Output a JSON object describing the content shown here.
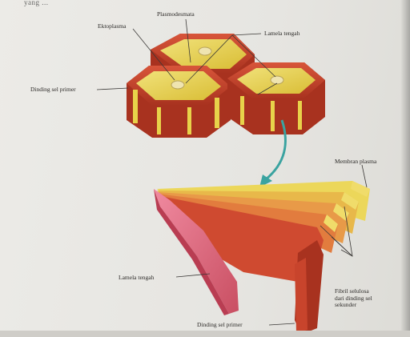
{
  "page": {
    "top_snippet": "yang ..."
  },
  "labels": {
    "plasmodesmata": "Plasmodesmata",
    "ektoplasma": "Ektoplasma",
    "lamela_tengah_top": "Lamela tengah",
    "dinding_sel_primer_top": "Dinding sel primer",
    "membran_plasma": "Membran plasma",
    "lamela_tengah_bottom": "Lamela tengah",
    "fibril_line1": "Fibril selulosa",
    "fibril_line2": "dari dinding sel",
    "fibril_line3": "sekunder",
    "dinding_sel_primer_bottom": "Dinding sel primer"
  },
  "colors": {
    "cell_wall_red": "#c8442c",
    "cell_wall_dark": "#8e2a1c",
    "cell_interior_yellow": "#e8d24a",
    "layer_pink": "#e06a7c",
    "arrow_teal": "#3aa3a0"
  }
}
